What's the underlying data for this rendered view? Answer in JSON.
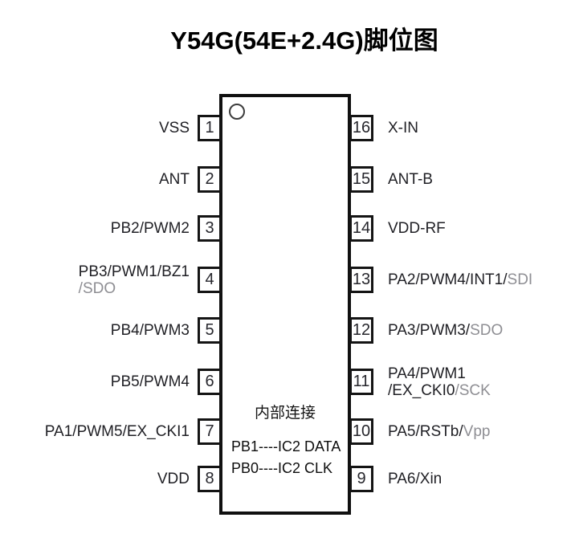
{
  "title": "Y54G(54E+2.4G)脚位图",
  "colors": {
    "text": "#1f1f24",
    "muted_text": "#8e8e93",
    "outline": "#141414"
  },
  "chip": {
    "internal_title": "内部连接",
    "internal_lines": [
      "PB1----IC2 DATA",
      "PB0----IC2 CLK"
    ],
    "pin1_indicator_icon": "circle-icon"
  },
  "pins": {
    "left": [
      {
        "number": "1",
        "lines": [
          [
            {
              "t": "VSS"
            }
          ]
        ]
      },
      {
        "number": "2",
        "lines": [
          [
            {
              "t": "ANT"
            }
          ]
        ]
      },
      {
        "number": "3",
        "lines": [
          [
            {
              "t": "PB2/PWM2"
            }
          ]
        ]
      },
      {
        "number": "4",
        "lines": [
          [
            {
              "t": "PB3/PWM1/BZ1"
            }
          ],
          [
            {
              "t": "/SDO",
              "muted": true
            }
          ]
        ]
      },
      {
        "number": "5",
        "lines": [
          [
            {
              "t": "PB4/PWM3"
            }
          ]
        ]
      },
      {
        "number": "6",
        "lines": [
          [
            {
              "t": "PB5/PWM4"
            }
          ]
        ]
      },
      {
        "number": "7",
        "lines": [
          [
            {
              "t": "PA1/PWM5/EX_CKI1"
            }
          ]
        ]
      },
      {
        "number": "8",
        "lines": [
          [
            {
              "t": "VDD"
            }
          ]
        ]
      }
    ],
    "right": [
      {
        "number": "16",
        "lines": [
          [
            {
              "t": "X-IN"
            }
          ]
        ]
      },
      {
        "number": "15",
        "lines": [
          [
            {
              "t": "ANT-B"
            }
          ]
        ]
      },
      {
        "number": "14",
        "lines": [
          [
            {
              "t": "VDD-RF"
            }
          ]
        ]
      },
      {
        "number": "13",
        "lines": [
          [
            {
              "t": "PA2/PWM4/INT1/"
            },
            {
              "t": "SDI",
              "muted": true
            }
          ]
        ]
      },
      {
        "number": "12",
        "lines": [
          [
            {
              "t": "PA3/PWM3/"
            },
            {
              "t": "SDO",
              "muted": true
            }
          ]
        ]
      },
      {
        "number": "11",
        "lines": [
          [
            {
              "t": "PA4/PWM1"
            }
          ],
          [
            {
              "t": "/EX_CKI0"
            },
            {
              "t": "/SCK",
              "muted": true
            }
          ]
        ]
      },
      {
        "number": "10",
        "lines": [
          [
            {
              "t": "PA5/RSTb/"
            },
            {
              "t": "Vpp",
              "muted": true
            }
          ]
        ]
      },
      {
        "number": "9",
        "lines": [
          [
            {
              "t": "PA6/Xin"
            }
          ]
        ]
      }
    ]
  }
}
